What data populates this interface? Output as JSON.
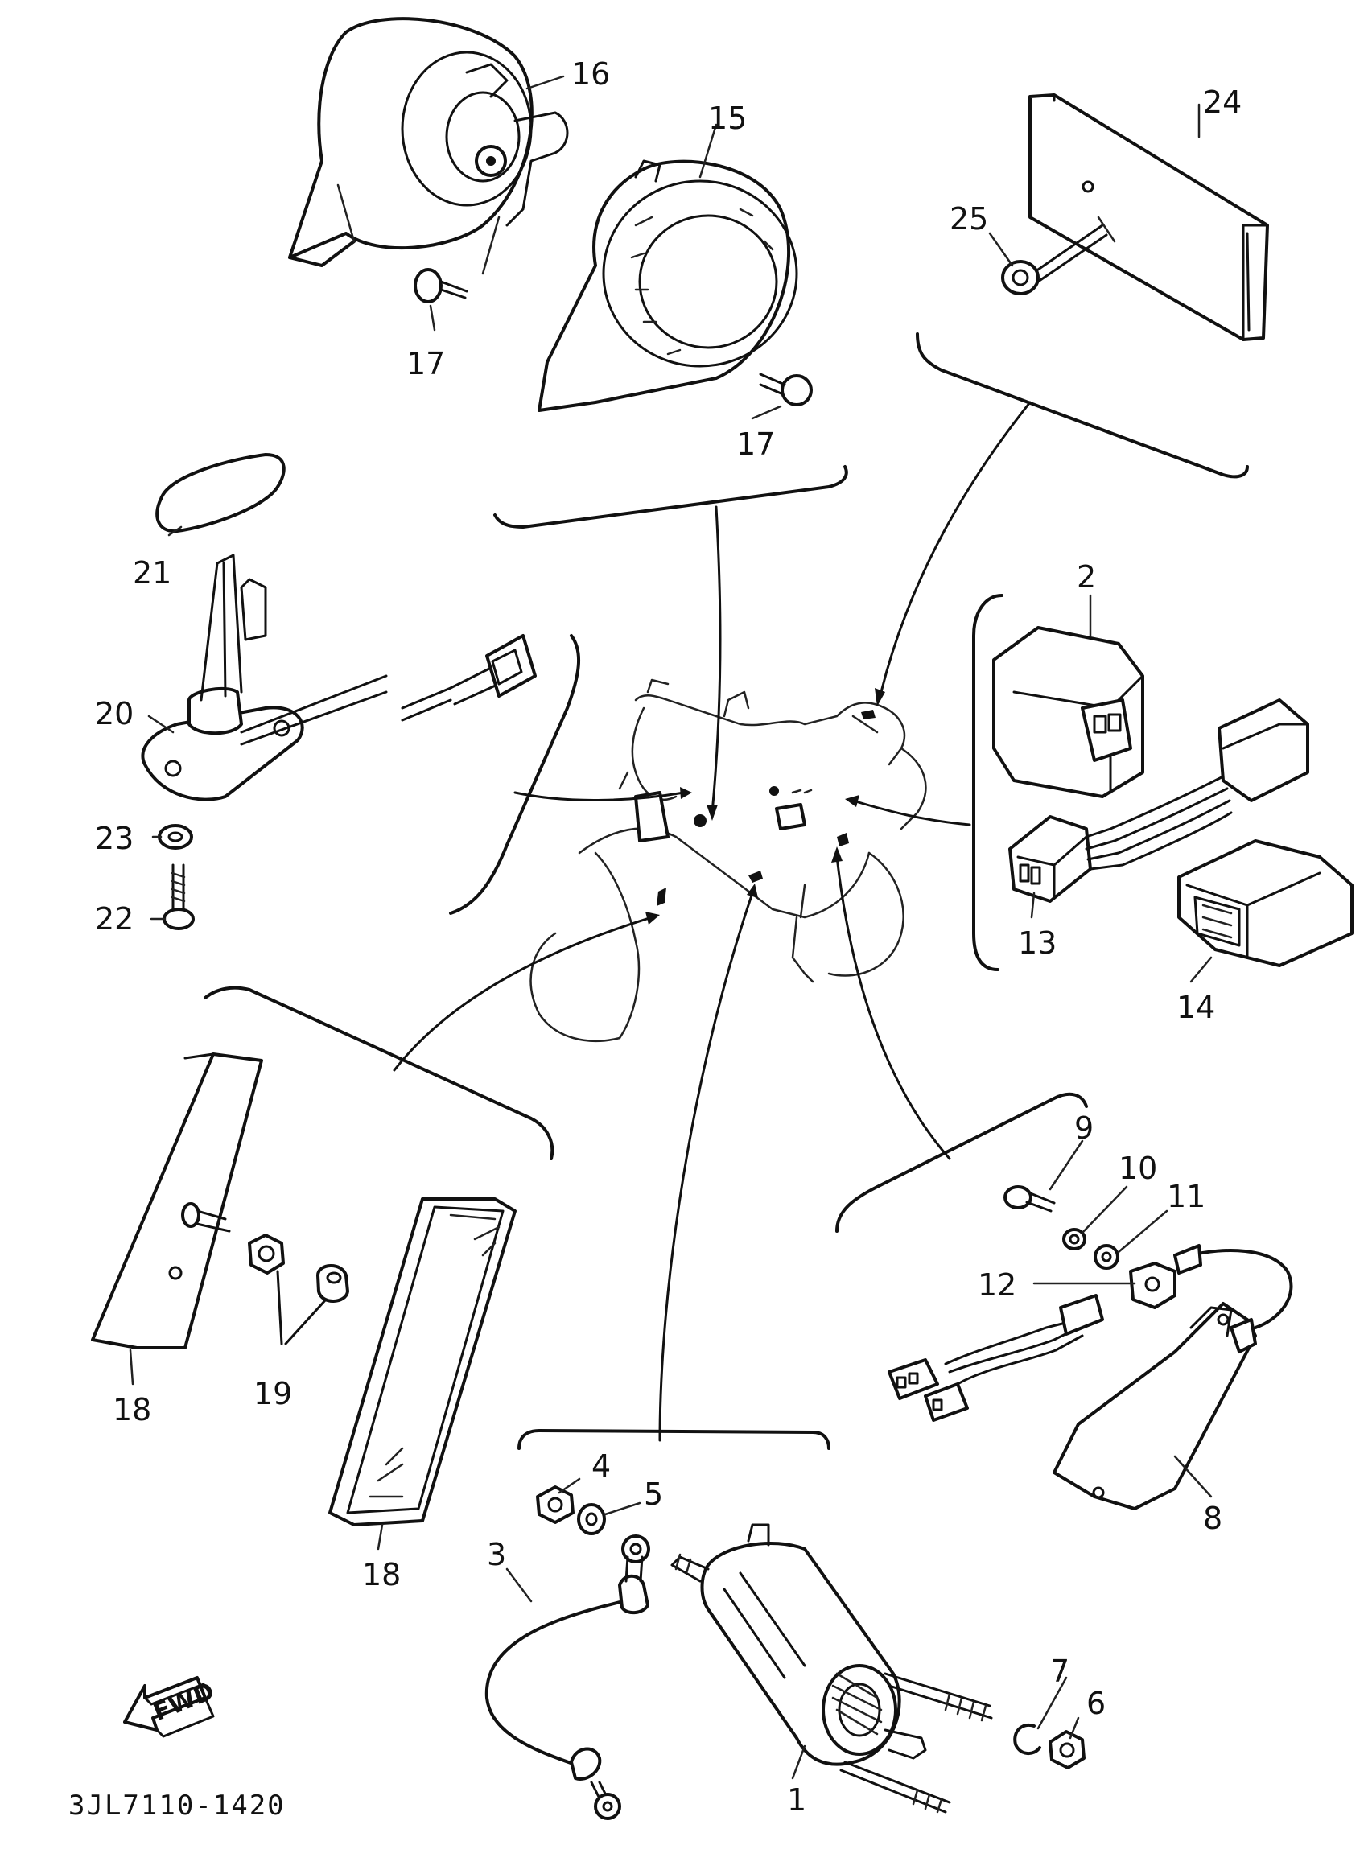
{
  "diagram_code": "3JL7110-1420",
  "fwd_label": "FWD",
  "callouts": {
    "c1": "1",
    "c2": "2",
    "c3": "3",
    "c4": "4",
    "c5": "5",
    "c6": "6",
    "c7": "7",
    "c8": "8",
    "c9": "9",
    "c10": "10",
    "c11": "11",
    "c12": "12",
    "c13": "13",
    "c14": "14",
    "c15": "15",
    "c16": "16",
    "c17a": "17",
    "c17b": "17",
    "c18a": "18",
    "c18b": "18",
    "c19": "19",
    "c20": "20",
    "c21": "21",
    "c22": "22",
    "c23": "23",
    "c24": "24",
    "c25": "25"
  }
}
